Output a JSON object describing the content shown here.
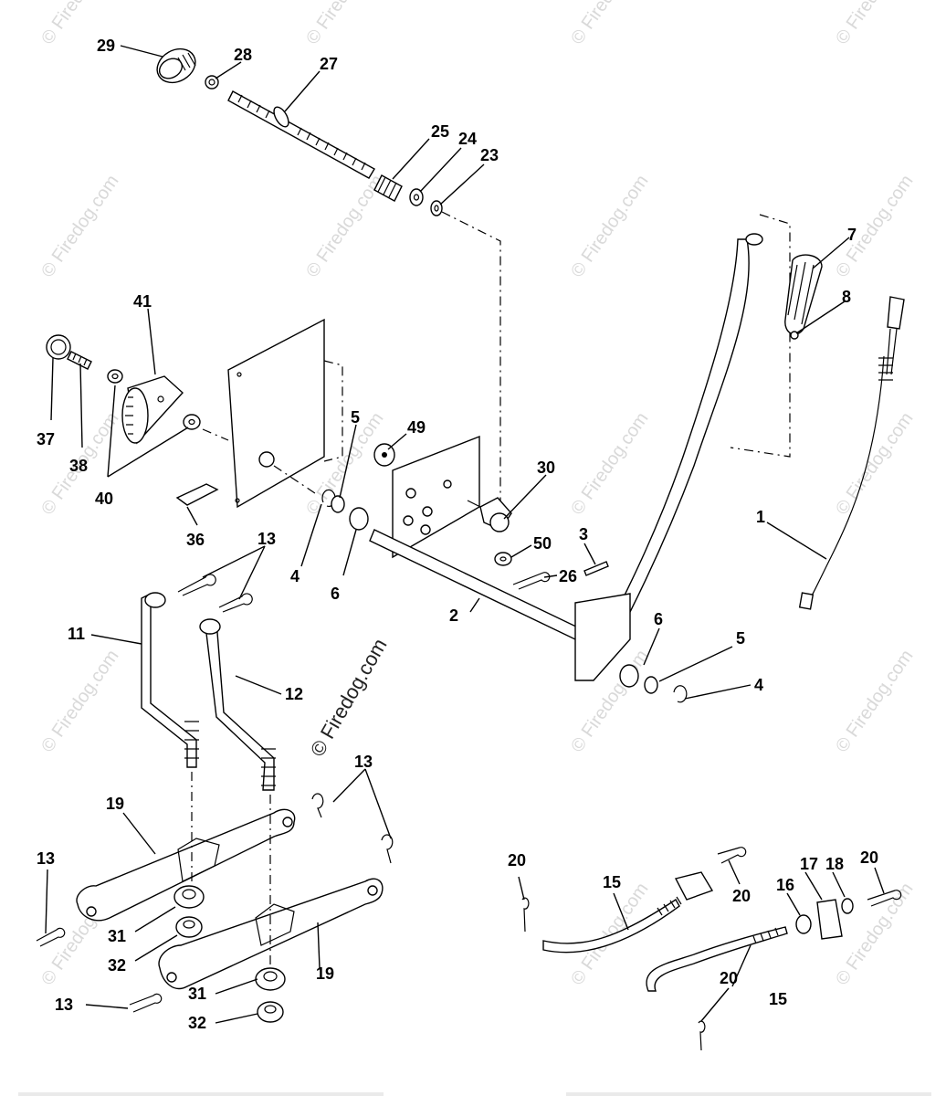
{
  "watermark": {
    "text": "© Firedog.com",
    "center_text": "© Firedog.com"
  },
  "labels": {
    "p1": "1",
    "p2": "2",
    "p3": "3",
    "p4a": "4",
    "p4b": "4",
    "p5a": "5",
    "p5b": "5",
    "p6a": "6",
    "p6b": "6",
    "p7": "7",
    "p8": "8",
    "p11": "11",
    "p12": "12",
    "p13a": "13",
    "p13b": "13",
    "p13c": "13",
    "p13d": "13",
    "p15a": "15",
    "p15b": "15",
    "p16": "16",
    "p17": "17",
    "p18": "18",
    "p19a": "19",
    "p19b": "19",
    "p20a": "20",
    "p20b": "20",
    "p20c": "20",
    "p20d": "20",
    "p23": "23",
    "p24": "24",
    "p25": "25",
    "p26": "26",
    "p27": "27",
    "p28": "28",
    "p29": "29",
    "p30": "30",
    "p31a": "31",
    "p31b": "31",
    "p32a": "32",
    "p32b": "32",
    "p36": "36",
    "p37": "37",
    "p38": "38",
    "p40": "40",
    "p41": "41",
    "p49": "49",
    "p50": "50"
  },
  "colors": {
    "line": "#000000",
    "watermark": "#d9d9d9",
    "background": "#ffffff"
  }
}
